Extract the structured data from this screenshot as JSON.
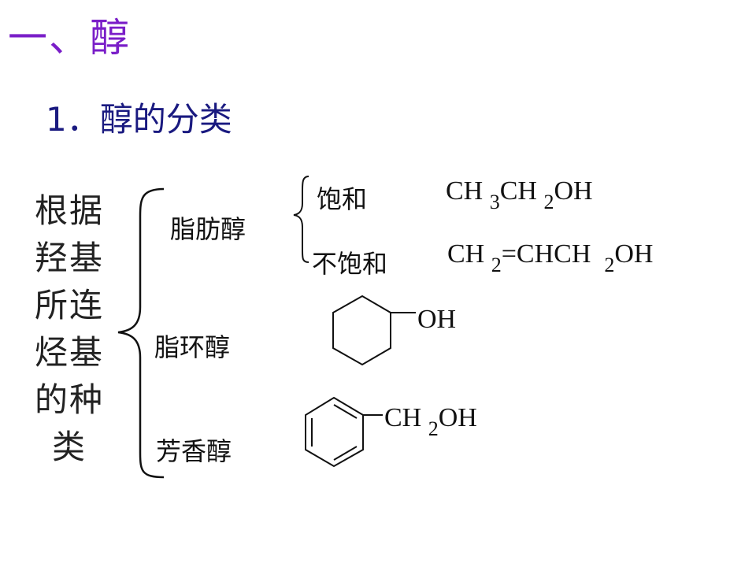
{
  "heading": "一、醇",
  "section": "1．醇的分类",
  "criterion": "根据羟基所连烃基的种类",
  "categories": {
    "aliphatic": {
      "label": "脂肪醇",
      "saturated": {
        "label": "饱和",
        "formula": {
          "p1": "CH",
          "s1": "3",
          "p2": "CH",
          "s2": "2",
          "p3": "OH"
        }
      },
      "unsaturated": {
        "label": "不饱和",
        "formula": {
          "p1": "CH",
          "s1": "2",
          "p2": "=CHCH",
          "s2": "2",
          "p3": "OH"
        }
      }
    },
    "alicyclic": {
      "label": "脂环醇",
      "formula": {
        "group": "OH"
      }
    },
    "aromatic": {
      "label": "芳香醇",
      "formula": {
        "p1": "CH",
        "s1": "2",
        "p2": "OH"
      }
    }
  }
}
